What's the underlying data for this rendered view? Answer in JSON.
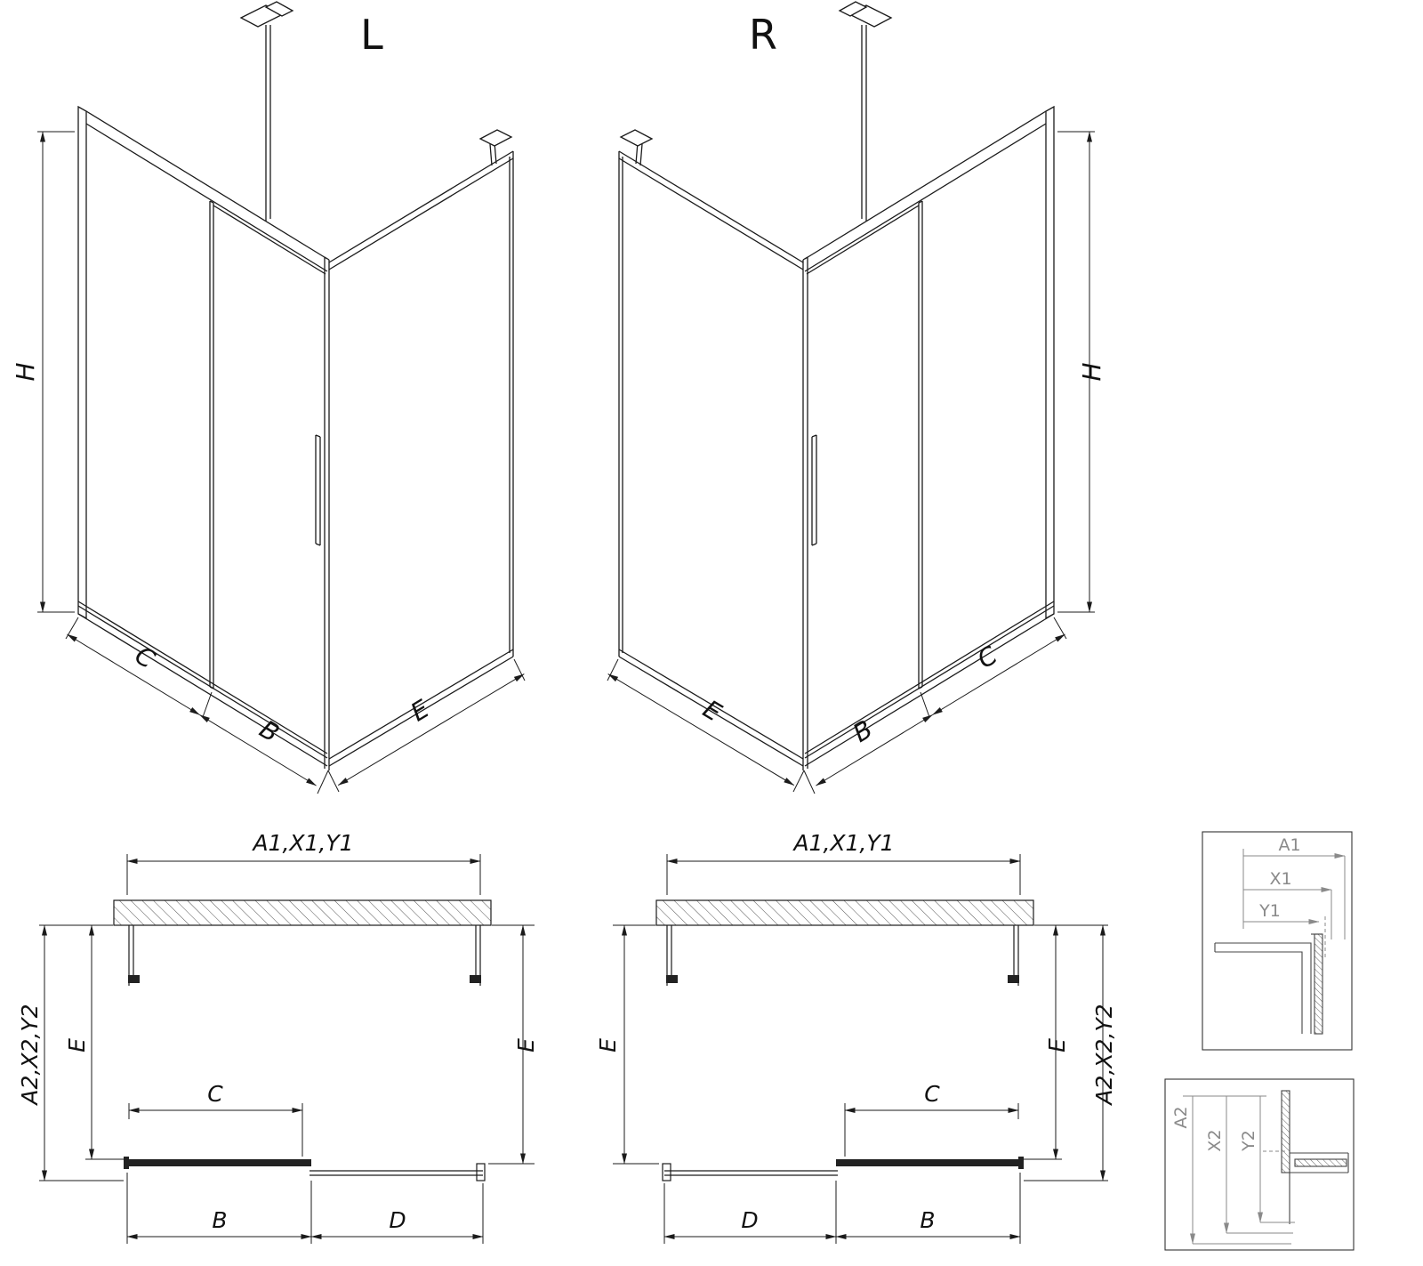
{
  "drawing": {
    "iso_left": {
      "variant_label": "L",
      "h": "H",
      "c": "C",
      "b": "B",
      "e": "E"
    },
    "iso_right": {
      "variant_label": "R",
      "h": "H",
      "c": "C",
      "b": "B",
      "e": "E"
    },
    "plan_left": {
      "width_label": "A1,X1,Y1",
      "depth_outer_label": "A2,X2,Y2",
      "e_left": "E",
      "e_right": "E",
      "c": "C",
      "b": "B",
      "d": "D"
    },
    "plan_right": {
      "width_label": "A1,X1,Y1",
      "depth_outer_label": "A2,X2,Y2",
      "e_left": "E",
      "e_right": "E",
      "c": "C",
      "b": "B",
      "d": "D"
    },
    "detail_top": {
      "a1": "A1",
      "x1": "X1",
      "y1": "Y1"
    },
    "detail_bottom": {
      "a2": "A2",
      "x2": "X2",
      "y2": "Y2"
    }
  }
}
